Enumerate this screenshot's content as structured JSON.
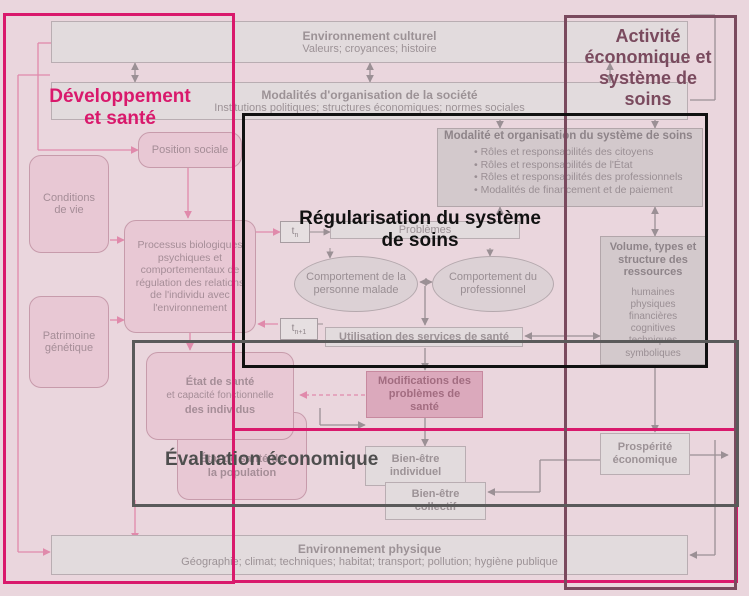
{
  "env_culturel": {
    "title": "Environnement culturel",
    "subtitle": "Valeurs; croyances; histoire"
  },
  "modalites_societe": {
    "title": "Modalités d'organisation de la société",
    "subtitle": "Institutions politiques; structures économiques; normes sociales"
  },
  "modalite_systeme": {
    "title": "Modalité et organisation du système de soins",
    "items": [
      "Rôles et responsabilités des citoyens",
      "Rôles et responsabilités de l'État",
      "Rôles et responsabilités des professionnels",
      "Modalités de financement et de paiement"
    ]
  },
  "position_sociale": "Position sociale",
  "conditions_vie": "Conditions de vie",
  "patrimoine": "Patrimoine génétique",
  "processus": "Processus biologiques psychiques et comportementaux de régulation des relations de l'individu avec l'environnement",
  "tn": "t",
  "tn_sub": "n",
  "tn1": "t",
  "tn1_sub": "n+1",
  "problemes": "Problèmes",
  "comportement_malade": "Comportement de la personne malade",
  "comportement_pro": "Comportement du professionnel",
  "utilisation": "Utilisation des services de santé",
  "ressources": {
    "title": "Volume, types et structure des ressources",
    "items": [
      "humaines",
      "physiques",
      "financières",
      "cognitives",
      "techniques",
      "symboliques"
    ]
  },
  "etat_individus": {
    "line1": "État de santé",
    "line2": "et capacité fonctionnelle",
    "line3": "des individus"
  },
  "etat_population": "État de santé de la population",
  "modifications": "Modifications des problèmes de santé",
  "bien_etre_individuel": "Bien-être individuel",
  "bien_etre_collectif": "Bien-être collectif",
  "prosperite": "Prospérité économique",
  "env_physique": {
    "title": "Environnement physique",
    "subtitle": "Géographie; climat; techniques; habitat; transport; pollution; hygiène publique"
  },
  "labels": {
    "developpement": "Développement et santé",
    "activite": "Activité économique et système de soins",
    "regularisation": "Régularisation du système de soins",
    "evaluation": "Évaluation économique"
  },
  "colors": {
    "magenta": "#d9196c",
    "plum": "#7a4a5e",
    "black": "#111111",
    "grey": "#5a5a5a",
    "background": "#ead6dd"
  }
}
